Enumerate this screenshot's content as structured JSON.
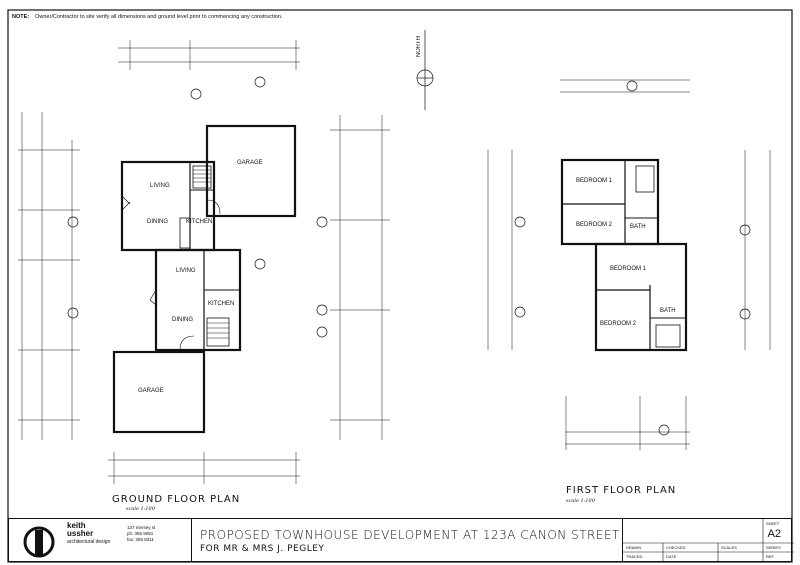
{
  "note": {
    "label": "NOTE:",
    "text": "Owner/Contractor to site verify all dimensions and ground level prior to commencing any construction."
  },
  "north_label": "NORTH",
  "ground_floor": {
    "title": "GROUND FLOOR PLAN",
    "scale": "scale 1:100",
    "rooms": {
      "living_a": "LIVING",
      "dining_a": "DINING",
      "kitchen_a": "KITCHEN",
      "garage_a": "GARAGE",
      "living_b": "LIVING",
      "dining_b": "DINING",
      "kitchen_b": "KITCHEN",
      "garage_b": "GARAGE"
    }
  },
  "first_floor": {
    "title": "FIRST FLOOR PLAN",
    "scale": "scale 1:100",
    "rooms": {
      "bed1_a": "BEDROOM 1",
      "bed2_a": "BEDROOM 2",
      "bath_a": "BATH",
      "bed1_b": "BEDROOM 1",
      "bed2_b": "BEDROOM 2",
      "bath_b": "BATH"
    }
  },
  "title_block": {
    "firm_name_1": "keith",
    "firm_name_2": "ussher",
    "firm_tagline": "architectural design",
    "address": "137 mersey st",
    "phone": "ph: 355 9081",
    "fax": "fax: 355 8311",
    "project_title": "PROPOSED TOWNHOUSE DEVELOPMENT AT 123A CANON STREET",
    "client": "FOR MR & MRS J. PEGLEY",
    "drawn_label": "DRAWN",
    "checked_label": "CHECKED",
    "traced_label": "TRACED",
    "date_label": "DATE",
    "scales_label": "SCALES",
    "series_label": "SERIES",
    "ref_label": "REF",
    "sheet_label": "SHEET",
    "sheet_number": "A2"
  }
}
